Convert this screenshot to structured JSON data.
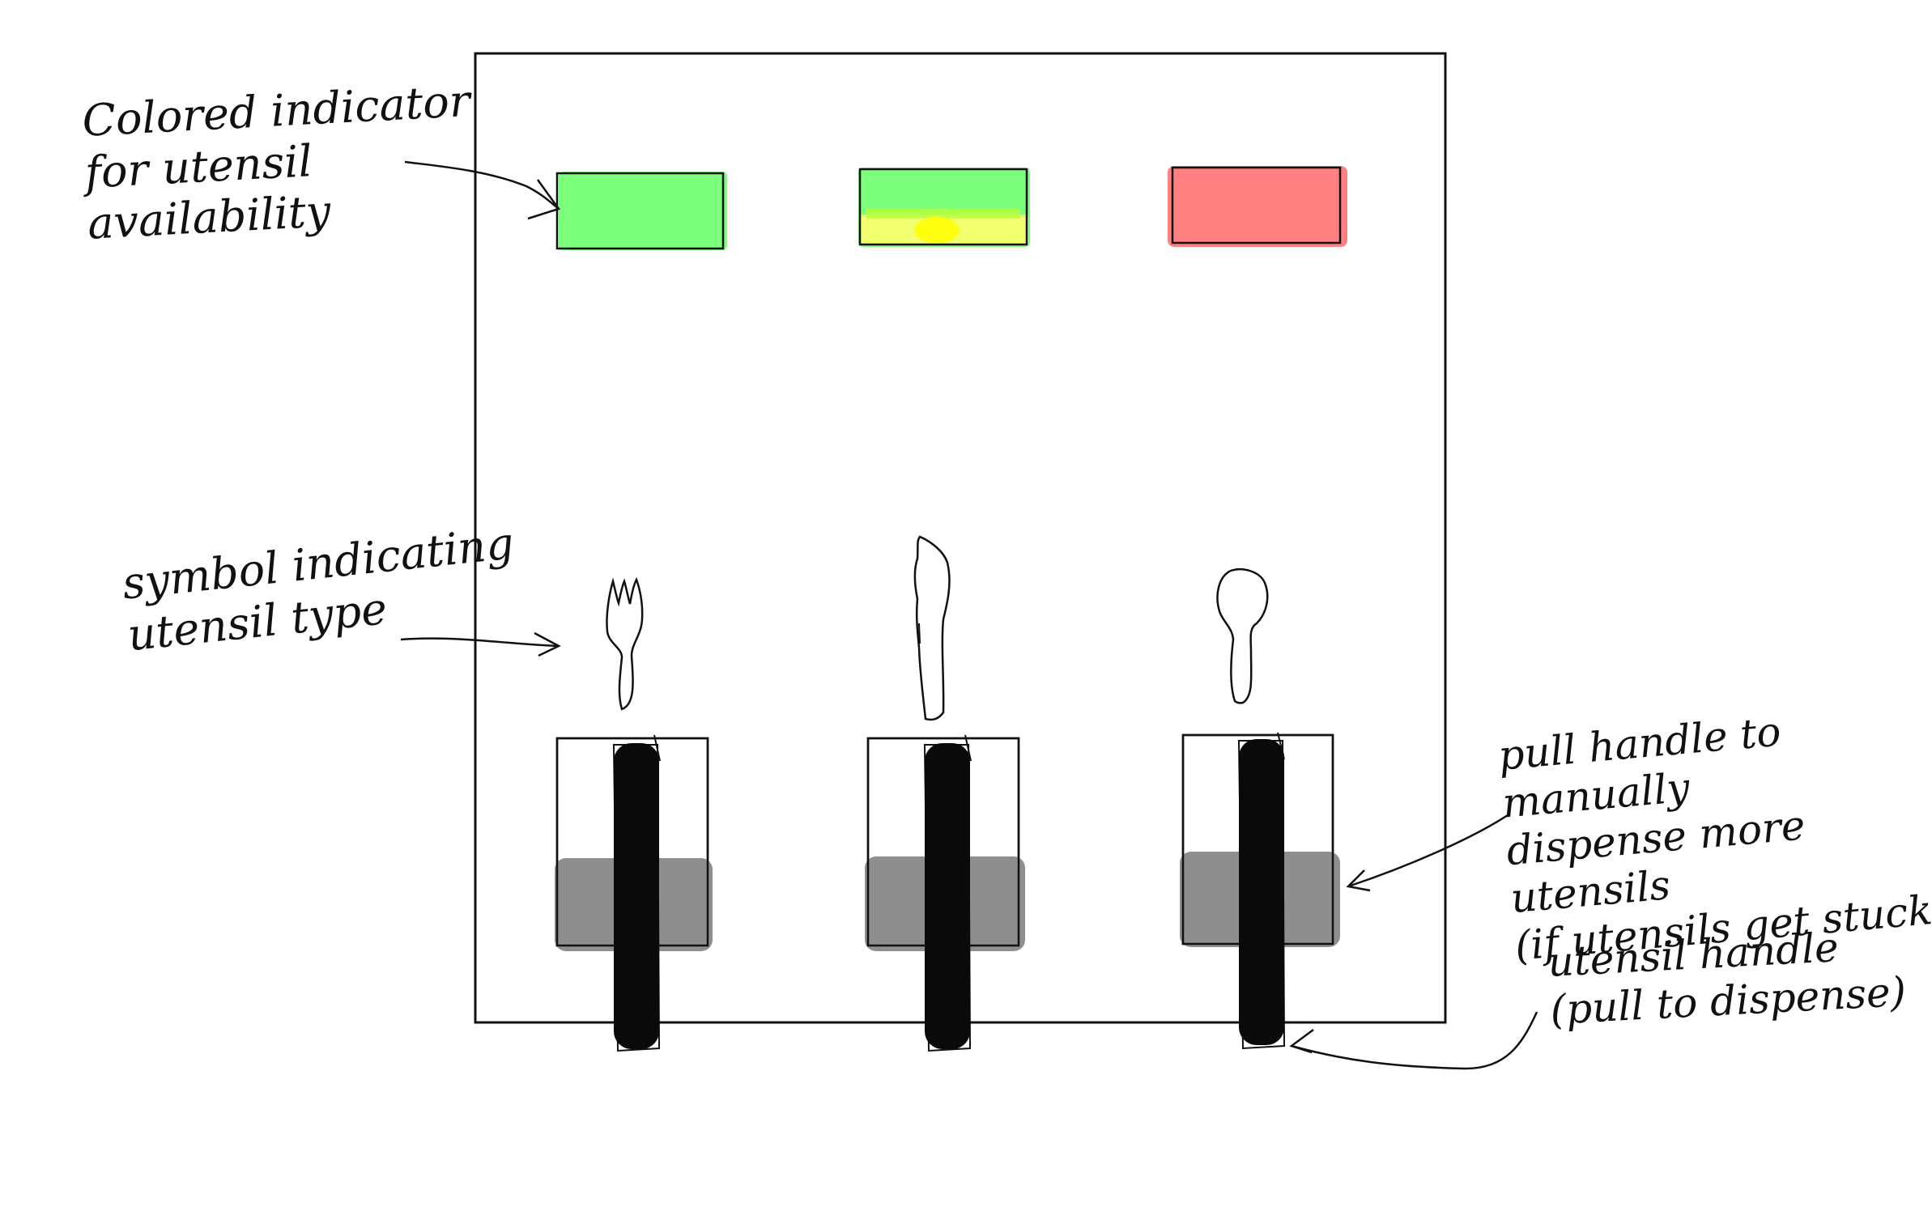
{
  "annotations": {
    "indicator_note": "Colored indicator\nfor utensil\navailability",
    "symbol_note": "symbol indicating\nutensil type",
    "manual_pull_note": "pull handle to manually\ndispense more utensils\n(if utensils get stuck)",
    "utensil_handle_note": "utensil handle\n(pull to dispense)"
  },
  "dispensers": [
    {
      "utensil": "fork",
      "utensil_icon": "fork-icon",
      "indicator_status": "available",
      "indicator_color": "#7cff7c"
    },
    {
      "utensil": "knife",
      "utensil_icon": "knife-icon",
      "indicator_status": "low",
      "indicator_colors": [
        "#7cff7c",
        "#f2ff6e"
      ]
    },
    {
      "utensil": "spoon",
      "utensil_icon": "spoon-icon",
      "indicator_status": "empty",
      "indicator_color": "#ff8080"
    }
  ],
  "colors": {
    "outline": "#111111",
    "handle_black": "#0a0a0a",
    "manual_handle_gray": "#8e8e8e"
  }
}
